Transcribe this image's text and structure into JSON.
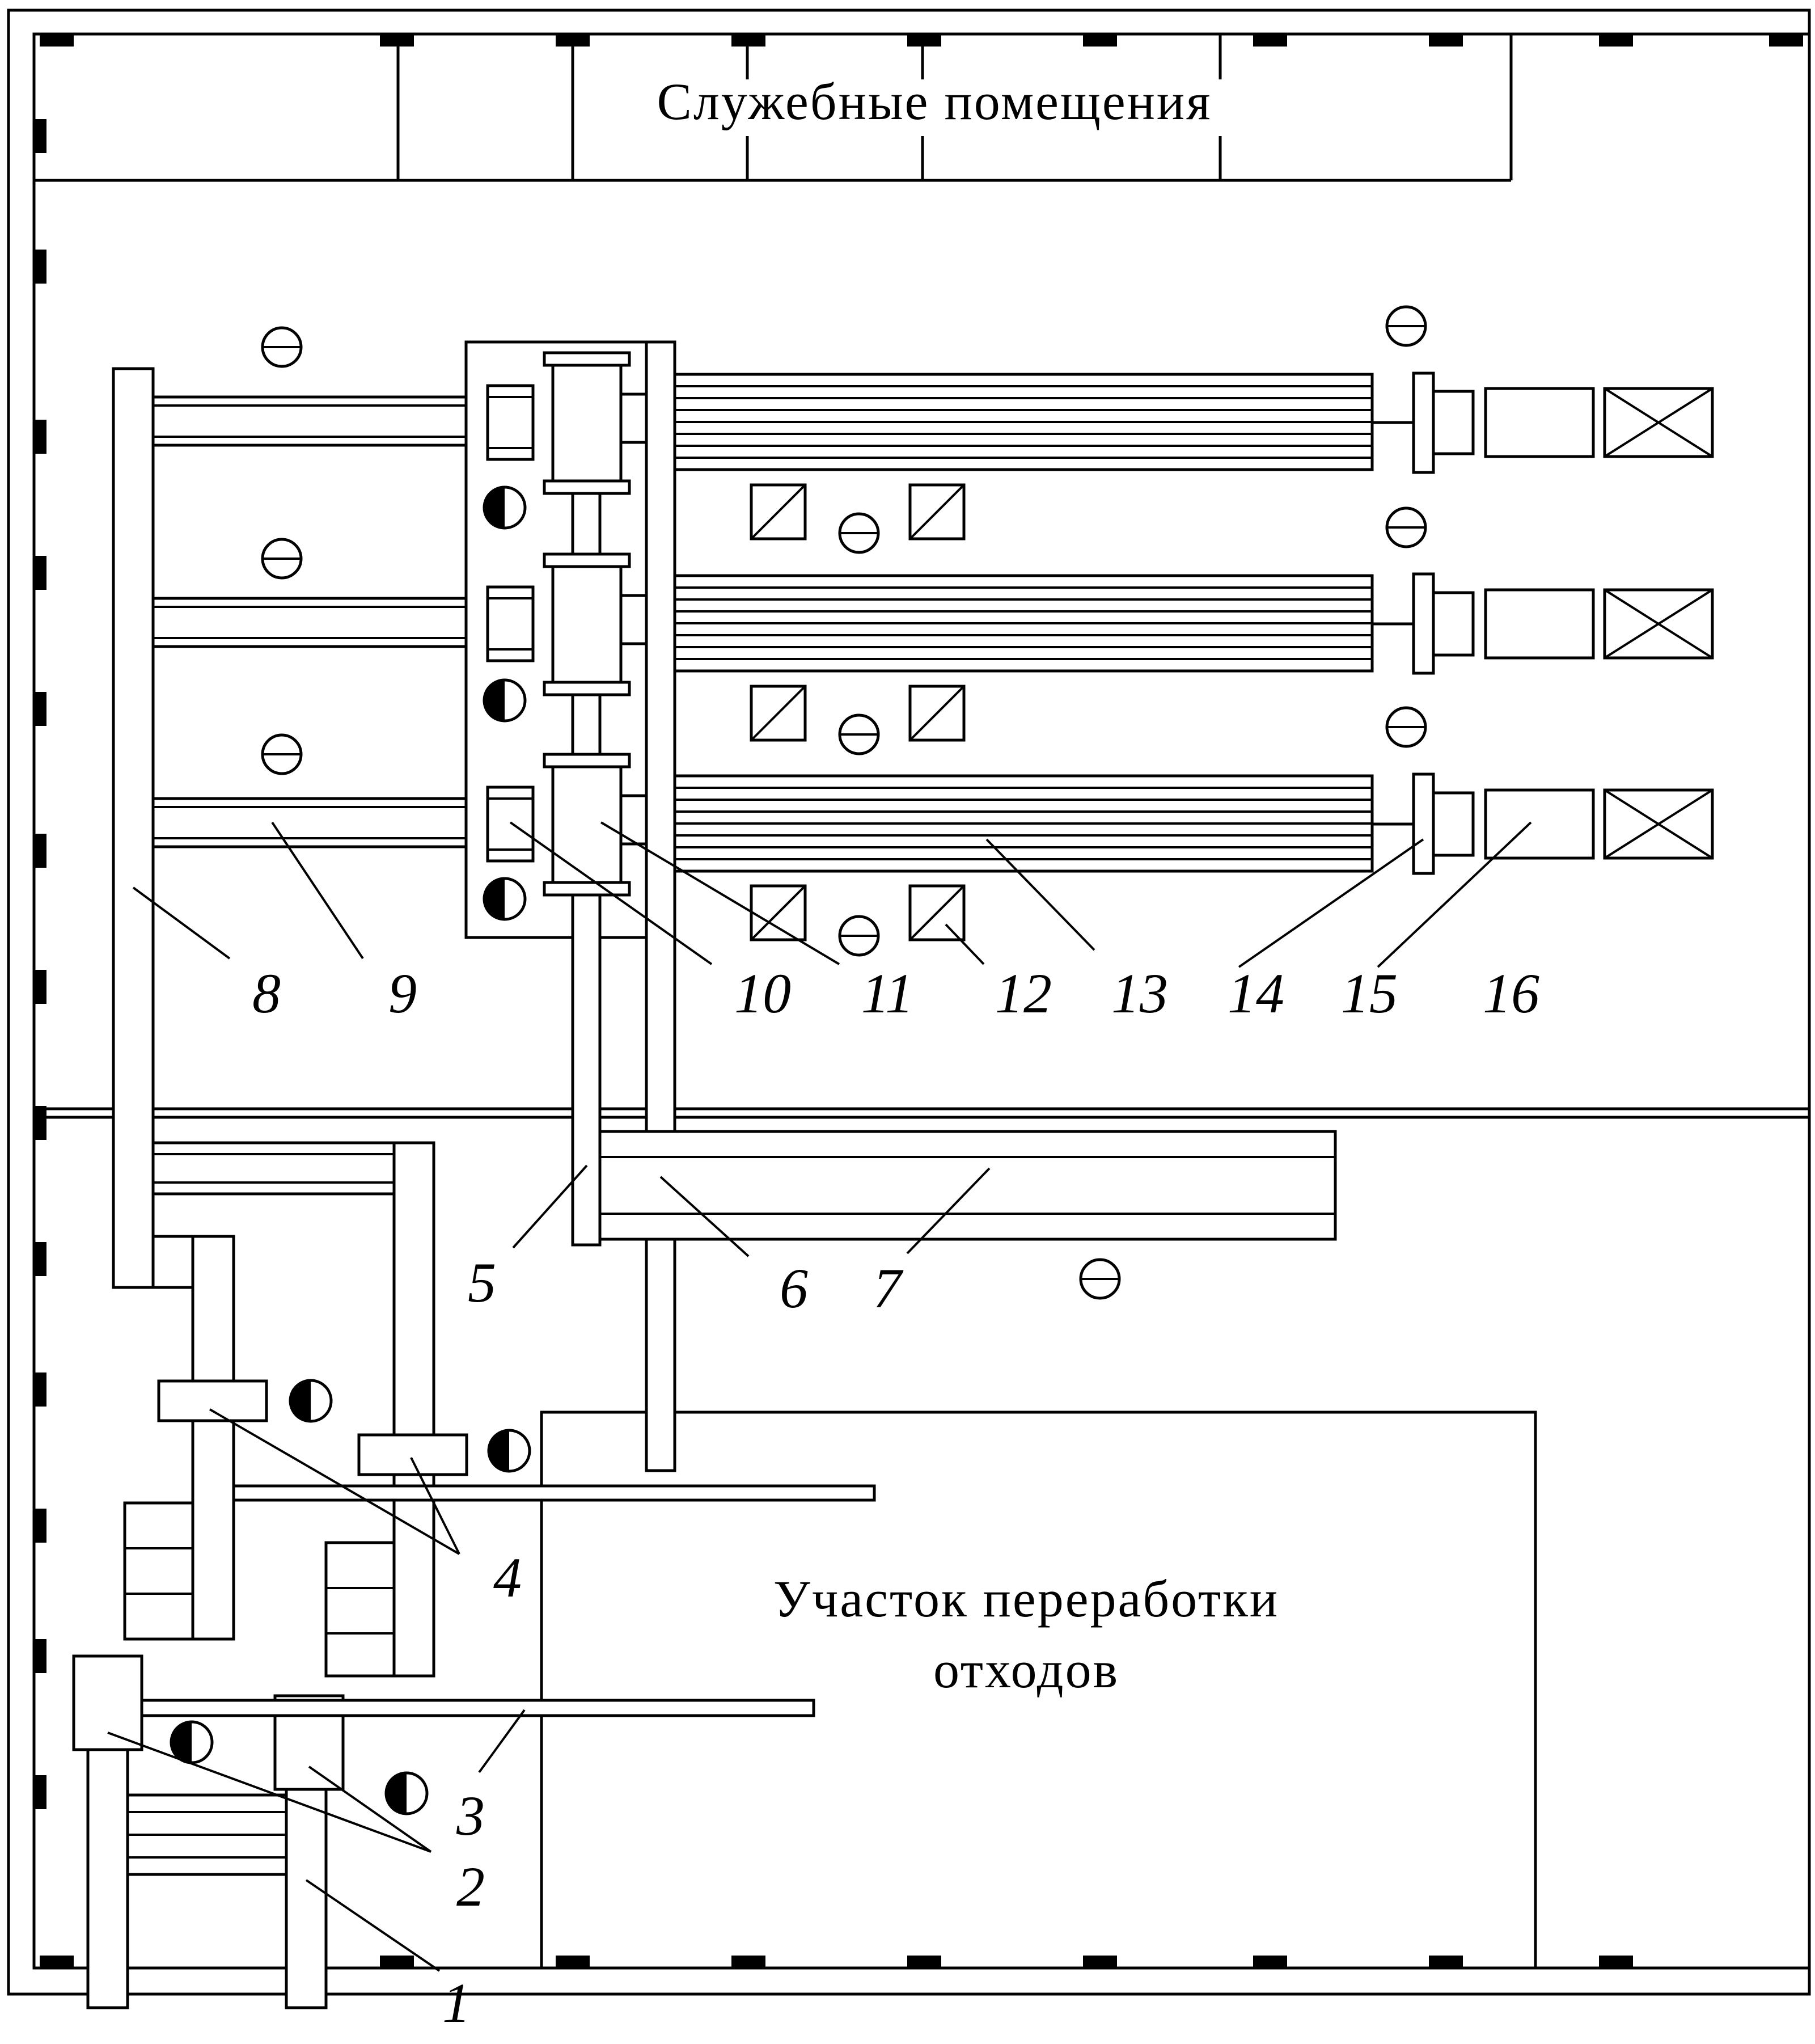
{
  "rooms": {
    "service": "Служебные помещения",
    "waste_line1": "Участок переработки",
    "waste_line2": "отходов"
  },
  "labels": {
    "l1": "1",
    "l2": "2",
    "l3": "3",
    "l4": "4",
    "l5": "5",
    "l6": "6",
    "l7": "7",
    "l8": "8",
    "l9": "9",
    "l10": "10",
    "l11": "11",
    "l12": "12",
    "l13": "13",
    "l14": "14",
    "l15": "15",
    "l16": "16"
  },
  "symbols": {
    "workplace": "minus-circle-icon",
    "worker": "half-filled-circle-icon",
    "control_cabinet": "diagonal-square-icon",
    "packing": "crossed-square-icon"
  }
}
